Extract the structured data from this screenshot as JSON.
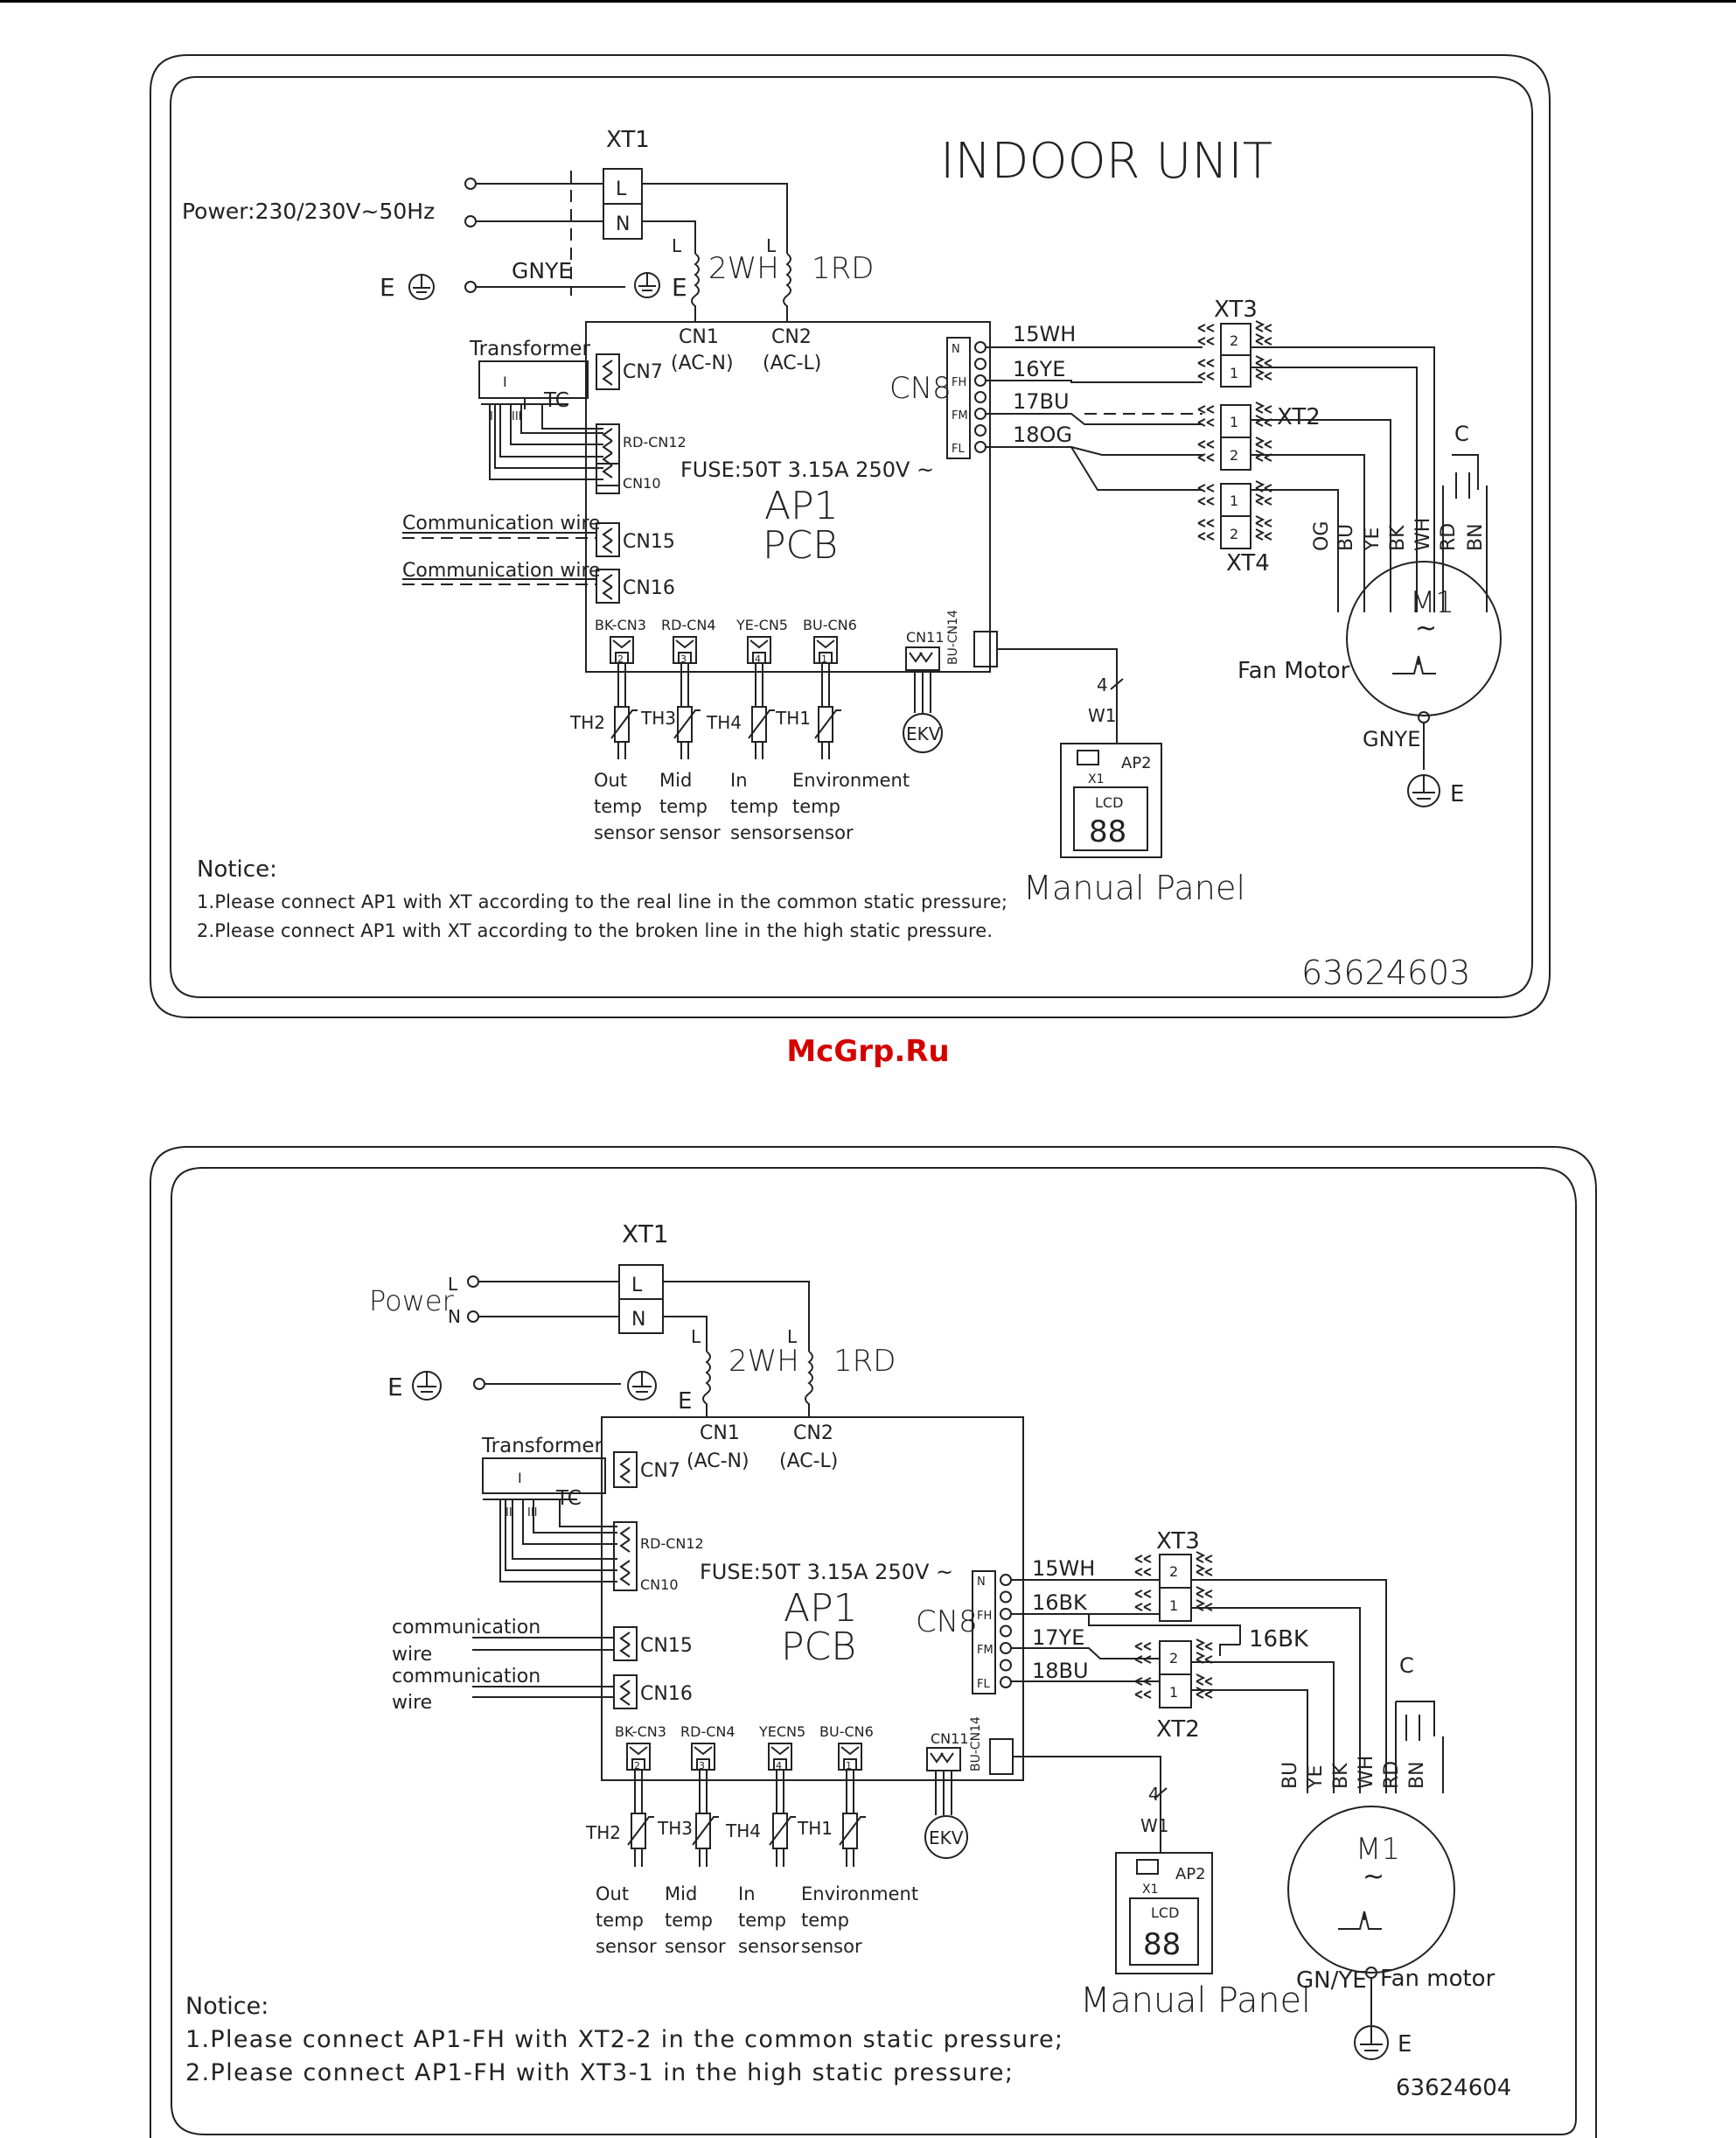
{
  "watermark": "McGrp.Ru",
  "d1": {
    "title": "INDOOR UNIT",
    "xt1": "XT1",
    "xt1_l": "L",
    "xt1_n": "N",
    "power": "Power:230/230V~50Hz",
    "e": "E",
    "gnye": "GNYE",
    "l": "L",
    "wh2": "2WH",
    "rd1": "1RD",
    "cn1": "CN1",
    "cn1_sub": "(AC-N)",
    "cn2": "CN2",
    "cn2_sub": "(AC-L)",
    "transformer": "Transformer",
    "tc": "TC",
    "tr_i": "I",
    "tr_ii": "II",
    "tr_iii": "III",
    "cn7": "CN7",
    "rdcn12": "RD-CN12",
    "cn10": "CN10",
    "comm1": "Communication wire",
    "comm2": "Communication wire",
    "cn15": "CN15",
    "cn16": "CN16",
    "fuse": "FUSE:50T 3.15A 250V ~",
    "ap1": "AP1",
    "pcb": "PCB",
    "cn8": "CN8",
    "cn8_pins": [
      "N",
      "FH",
      "FM",
      "FL"
    ],
    "w15": "15WH",
    "w16": "16YE",
    "w17": "17BU",
    "w18": "18OG",
    "xt3": "XT3",
    "xt2": "XT2",
    "xt4": "XT4",
    "one": "1",
    "two": "2",
    "c": "C",
    "motor_wires": [
      "OG",
      "BU",
      "YE",
      "BK",
      "WH",
      "RD",
      "BN"
    ],
    "m1": "M1",
    "tilde": "~",
    "fan_motor": "Fan Motor",
    "gnye_motor": "GNYE",
    "bkcn3": "BK-CN3",
    "rdcn4": "RD-CN4",
    "yecn5": "YE-CN5",
    "bucn6": "BU-CN6",
    "pin_nums": [
      "2",
      "3",
      "4",
      "1"
    ],
    "cn11": "CN11",
    "bucn14": "BU-CN14",
    "th2": "TH2",
    "th3": "TH3",
    "th4": "TH4",
    "th1": "TH1",
    "ekv": "EKV",
    "four": "4",
    "w1": "W1",
    "ap2": "AP2",
    "x1": "X1",
    "lcd": "LCD",
    "s_out": [
      "Out",
      "temp",
      "sensor"
    ],
    "s_mid": [
      "Mid",
      "temp",
      "sensor"
    ],
    "s_in": [
      "In",
      "temp",
      "sensor"
    ],
    "s_env": [
      "Environment",
      "temp",
      "sensor"
    ],
    "notice": "Notice:",
    "note1": "1.Please connect AP1 with XT according to the real line in the common static pressure;",
    "note2": "2.Please connect AP1 with XT according to the broken line in the high static pressure.",
    "manual_panel": "Manual Panel",
    "code": "63624603"
  },
  "d2": {
    "xt1": "XT1",
    "xt1_l": "L",
    "xt1_n": "N",
    "power": "Power",
    "pl": "L",
    "pn": "N",
    "e": "E",
    "l": "L",
    "wh2": "2WH",
    "rd1": "1RD",
    "cn1": "CN1",
    "cn1_sub": "(AC-N)",
    "cn2": "CN2",
    "cn2_sub": "(AC-L)",
    "transformer": "Transformer",
    "tc": "TC",
    "tr_i": "I",
    "tr_ii": "II",
    "tr_iii": "III",
    "cn7": "CN7",
    "rdcn12": "RD-CN12",
    "cn10": "CN10",
    "comm1a": "communication",
    "comm1b": "wire",
    "comm2a": "communication",
    "comm2b": "wire",
    "cn15": "CN15",
    "cn16": "CN16",
    "fuse": "FUSE:50T 3.15A 250V ~",
    "ap1": "AP1",
    "pcb": "PCB",
    "cn8": "CN8",
    "cn8_pins": [
      "N",
      "FH",
      "FM",
      "FL"
    ],
    "w15": "15WH",
    "w16": "16BK",
    "w17": "17YE",
    "w18": "18BU",
    "bk16": "16BK",
    "xt3": "XT3",
    "xt2": "XT2",
    "one": "1",
    "two": "2",
    "c": "C",
    "motor_wires": [
      "BU",
      "YE",
      "BK",
      "WH",
      "RD",
      "BN"
    ],
    "m1": "M1",
    "tilde": "~",
    "fan_motor": "Fan motor",
    "gnye": "GN/YE",
    "bkcn3": "BK-CN3",
    "rdcn4": "RD-CN4",
    "yecn5": "YECN5",
    "bucn6": "BU-CN6",
    "pin_nums": [
      "2",
      "3",
      "4",
      "1"
    ],
    "cn11": "CN11",
    "bucn14": "BU-CN14",
    "th2": "TH2",
    "th3": "TH3",
    "th4": "TH4",
    "th1": "TH1",
    "ekv": "EKV",
    "four": "4",
    "w1": "W1",
    "ap2": "AP2",
    "x1": "X1",
    "lcd": "LCD",
    "s_out": [
      "Out",
      "temp",
      "sensor"
    ],
    "s_mid": [
      "Mid",
      "temp",
      "sensor"
    ],
    "s_in": [
      "In",
      "temp",
      "sensor"
    ],
    "s_env": [
      "Environment",
      "temp",
      "sensor"
    ],
    "notice": "Notice:",
    "note1": "1.Please connect AP1-FH with XT2-2 in the common static pressure;",
    "note2": "2.Please connect AP1-FH with XT3-1 in the high static pressure;",
    "manual_panel": "Manual Panel",
    "code": "63624604"
  }
}
